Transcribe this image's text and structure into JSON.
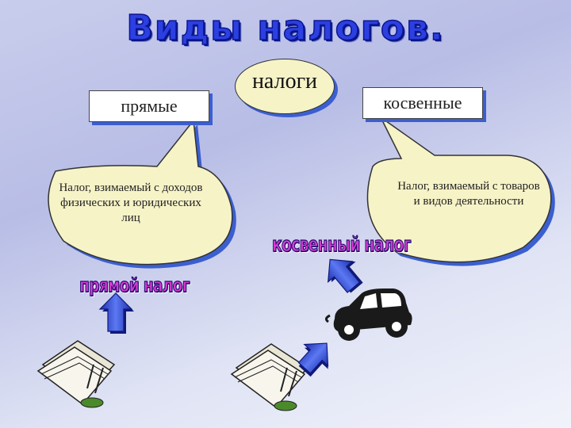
{
  "title": "Виды налогов.",
  "center": {
    "label": "налоги"
  },
  "direct": {
    "label": "прямые",
    "description": "Налог, взимаемый с доходов физических и юридических лиц",
    "tag": "прямой налог"
  },
  "indirect": {
    "label": "косвенные",
    "description": "Налог, взимаемый с товаров и видов деятельности",
    "tag": "косвенный налог"
  },
  "colors": {
    "title": "#2c3fe0",
    "bubble_fill": "#f6f3c7",
    "bubble_shadow": "#3b5fd0",
    "tag_text": "#d63bd0",
    "arrow": "#3552d8"
  },
  "icons": [
    "document-stack-icon",
    "car-icon",
    "arrow-up-icon"
  ]
}
